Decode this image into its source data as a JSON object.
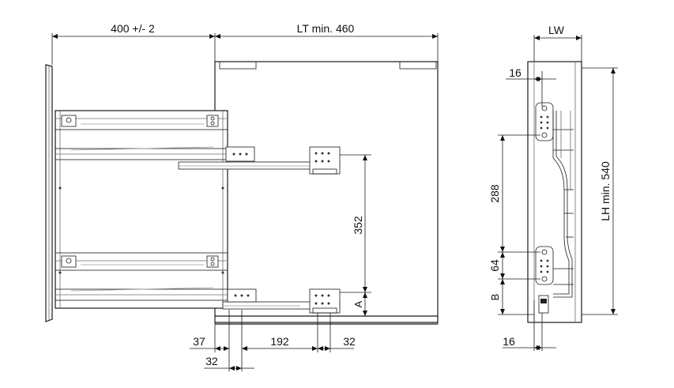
{
  "dims": {
    "width_top": "400 +/- 2",
    "lt_min": "LT min. 460",
    "lw": "LW",
    "height_352": "352",
    "dim_a": "A",
    "d37": "37",
    "d192": "192",
    "d32_right": "32",
    "d32_bottom": "32",
    "d16_top": "16",
    "d16_bottom": "16",
    "d288": "288",
    "d64": "64",
    "dim_b": "B",
    "lh_min": "LH min. 540"
  }
}
